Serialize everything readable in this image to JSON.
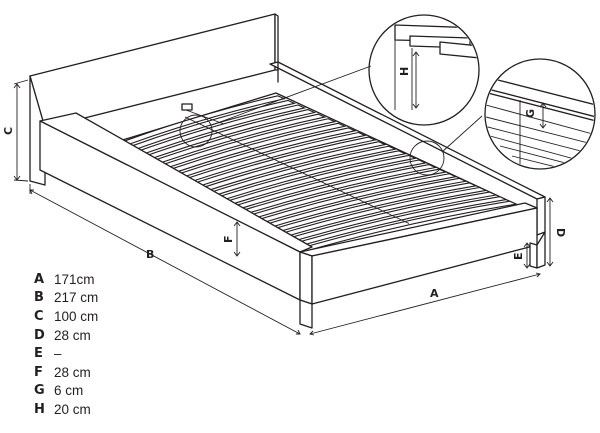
{
  "legend": [
    {
      "key": "A",
      "value": "171cm"
    },
    {
      "key": "B",
      "value": "217 cm"
    },
    {
      "key": "C",
      "value": "100 cm"
    },
    {
      "key": "D",
      "value": "28 cm"
    },
    {
      "key": "E",
      "value": "–"
    },
    {
      "key": "F",
      "value": "28 cm"
    },
    {
      "key": "G",
      "value": "6 cm"
    },
    {
      "key": "H",
      "value": "20 cm"
    }
  ],
  "dimension_labels": {
    "a": "A",
    "b": "B",
    "c": "C",
    "d": "D",
    "e": "E",
    "f": "F",
    "g": "G",
    "h": "H"
  },
  "colors": {
    "line": "#231f20",
    "background": "#ffffff"
  }
}
